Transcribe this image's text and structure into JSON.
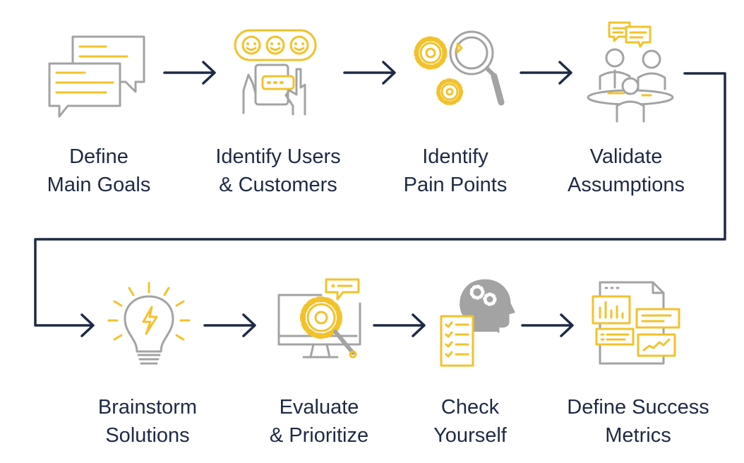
{
  "steps": [
    {
      "line1": "Define",
      "line2": "Main Goals",
      "icon": "chat-bubbles-icon"
    },
    {
      "line1": "Identify Users",
      "line2": "& Customers",
      "icon": "smiley-rating-phone-icon"
    },
    {
      "line1": "Identify",
      "line2": "Pain Points",
      "icon": "gears-magnifier-icon"
    },
    {
      "line1": "Validate",
      "line2": "Assumptions",
      "icon": "meeting-people-icon"
    },
    {
      "line1": "Brainstorm",
      "line2": "Solutions",
      "icon": "lightbulb-icon"
    },
    {
      "line1": "Evaluate",
      "line2": "& Prioritize",
      "icon": "monitor-gear-icon"
    },
    {
      "line1": "Check",
      "line2": "Yourself",
      "icon": "head-checklist-icon"
    },
    {
      "line1": "Define Success",
      "line2": "Metrics",
      "icon": "metrics-dashboard-icon"
    }
  ],
  "colors": {
    "accent": "#f3c22b",
    "gray": "#a3a3a3",
    "arrow": "#1e2a44",
    "text": "#1e2a44"
  }
}
